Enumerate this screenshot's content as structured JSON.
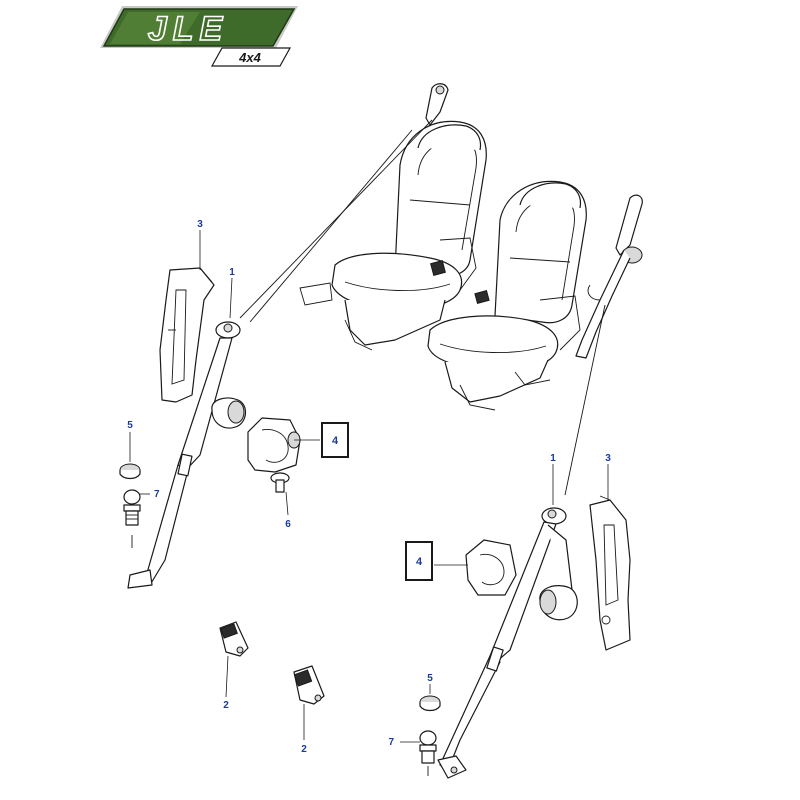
{
  "logo": {
    "brand": "JLE",
    "sub": "4x4",
    "colors": {
      "panel": "#3f6b2a",
      "panel_dark": "#1f3a14",
      "edge": "#c9c9c9",
      "text": "#ffffff"
    }
  },
  "callouts": {
    "c1_left": "1",
    "c1_right": "1",
    "c2_a": "2",
    "c2_b": "2",
    "c3_left": "3",
    "c3_right": "3",
    "c4_left": "4",
    "c4_right": "4",
    "c5_left": "5",
    "c5_right": "5",
    "c6": "6",
    "c7_left": "7",
    "c7_right": "7"
  },
  "colors": {
    "callout": "#1a3a9c",
    "line": "#1a1a1a"
  }
}
